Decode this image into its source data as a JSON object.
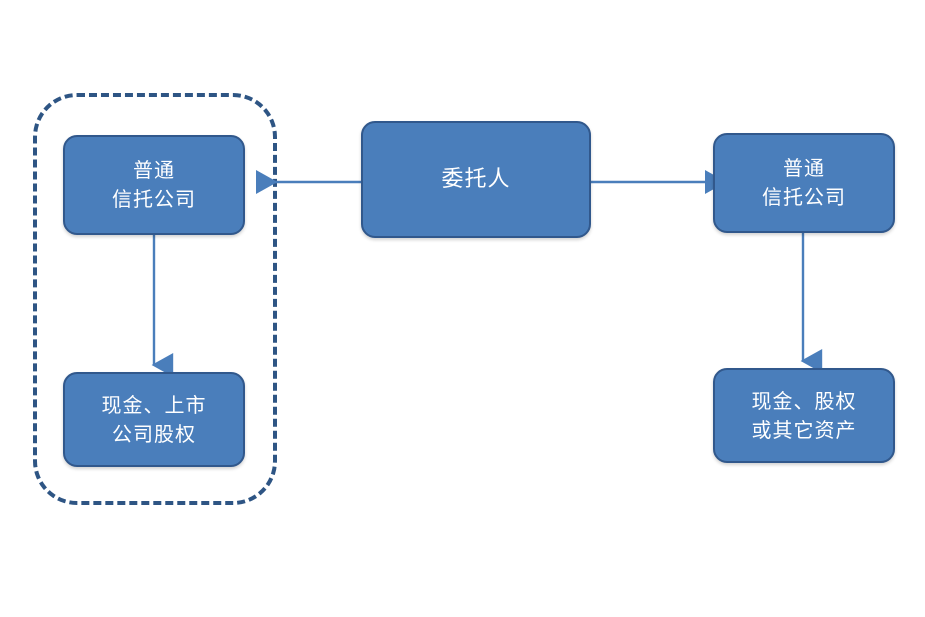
{
  "diagram": {
    "type": "flow-diagram",
    "title": "",
    "background_color": "#FFFFFF",
    "palette": {
      "node_fill": "#4A7EBB",
      "node_border": "#31588C",
      "node_text": "#FFFFFF",
      "connector": "#4A7EBB",
      "group_border": "#2E5584"
    },
    "group": {
      "name": "dashed-boundary-group",
      "style": "dashed",
      "label": ""
    },
    "nodes": [
      {
        "id": "trust-left",
        "label": "普通\n信托公司",
        "line1": "普通",
        "line2": "信托公司"
      },
      {
        "id": "asset-left",
        "label": "现金、上市\n公司股权",
        "line1": "现金、上市",
        "line2": "公司股权"
      },
      {
        "id": "principal",
        "label": "委托人",
        "line1": "委托人",
        "line2": ""
      },
      {
        "id": "trust-right",
        "label": "普通\n信托公司",
        "line1": "普通",
        "line2": "信托公司"
      },
      {
        "id": "asset-right",
        "label": "现金、股权\n或其它资产",
        "line1": "现金、股权",
        "line2": "或其它资产"
      }
    ],
    "connectors": [
      {
        "id": "principal-to-trust-left",
        "from": "principal",
        "to": "trust-left",
        "direction": "left",
        "label": ""
      },
      {
        "id": "principal-to-trust-right",
        "from": "principal",
        "to": "trust-right",
        "direction": "right",
        "label": ""
      },
      {
        "id": "trust-left-to-asset-left",
        "from": "trust-left",
        "to": "asset-left",
        "direction": "down",
        "label": ""
      },
      {
        "id": "trust-right-to-asset-right",
        "from": "trust-right",
        "to": "asset-right",
        "direction": "down",
        "label": ""
      }
    ]
  }
}
